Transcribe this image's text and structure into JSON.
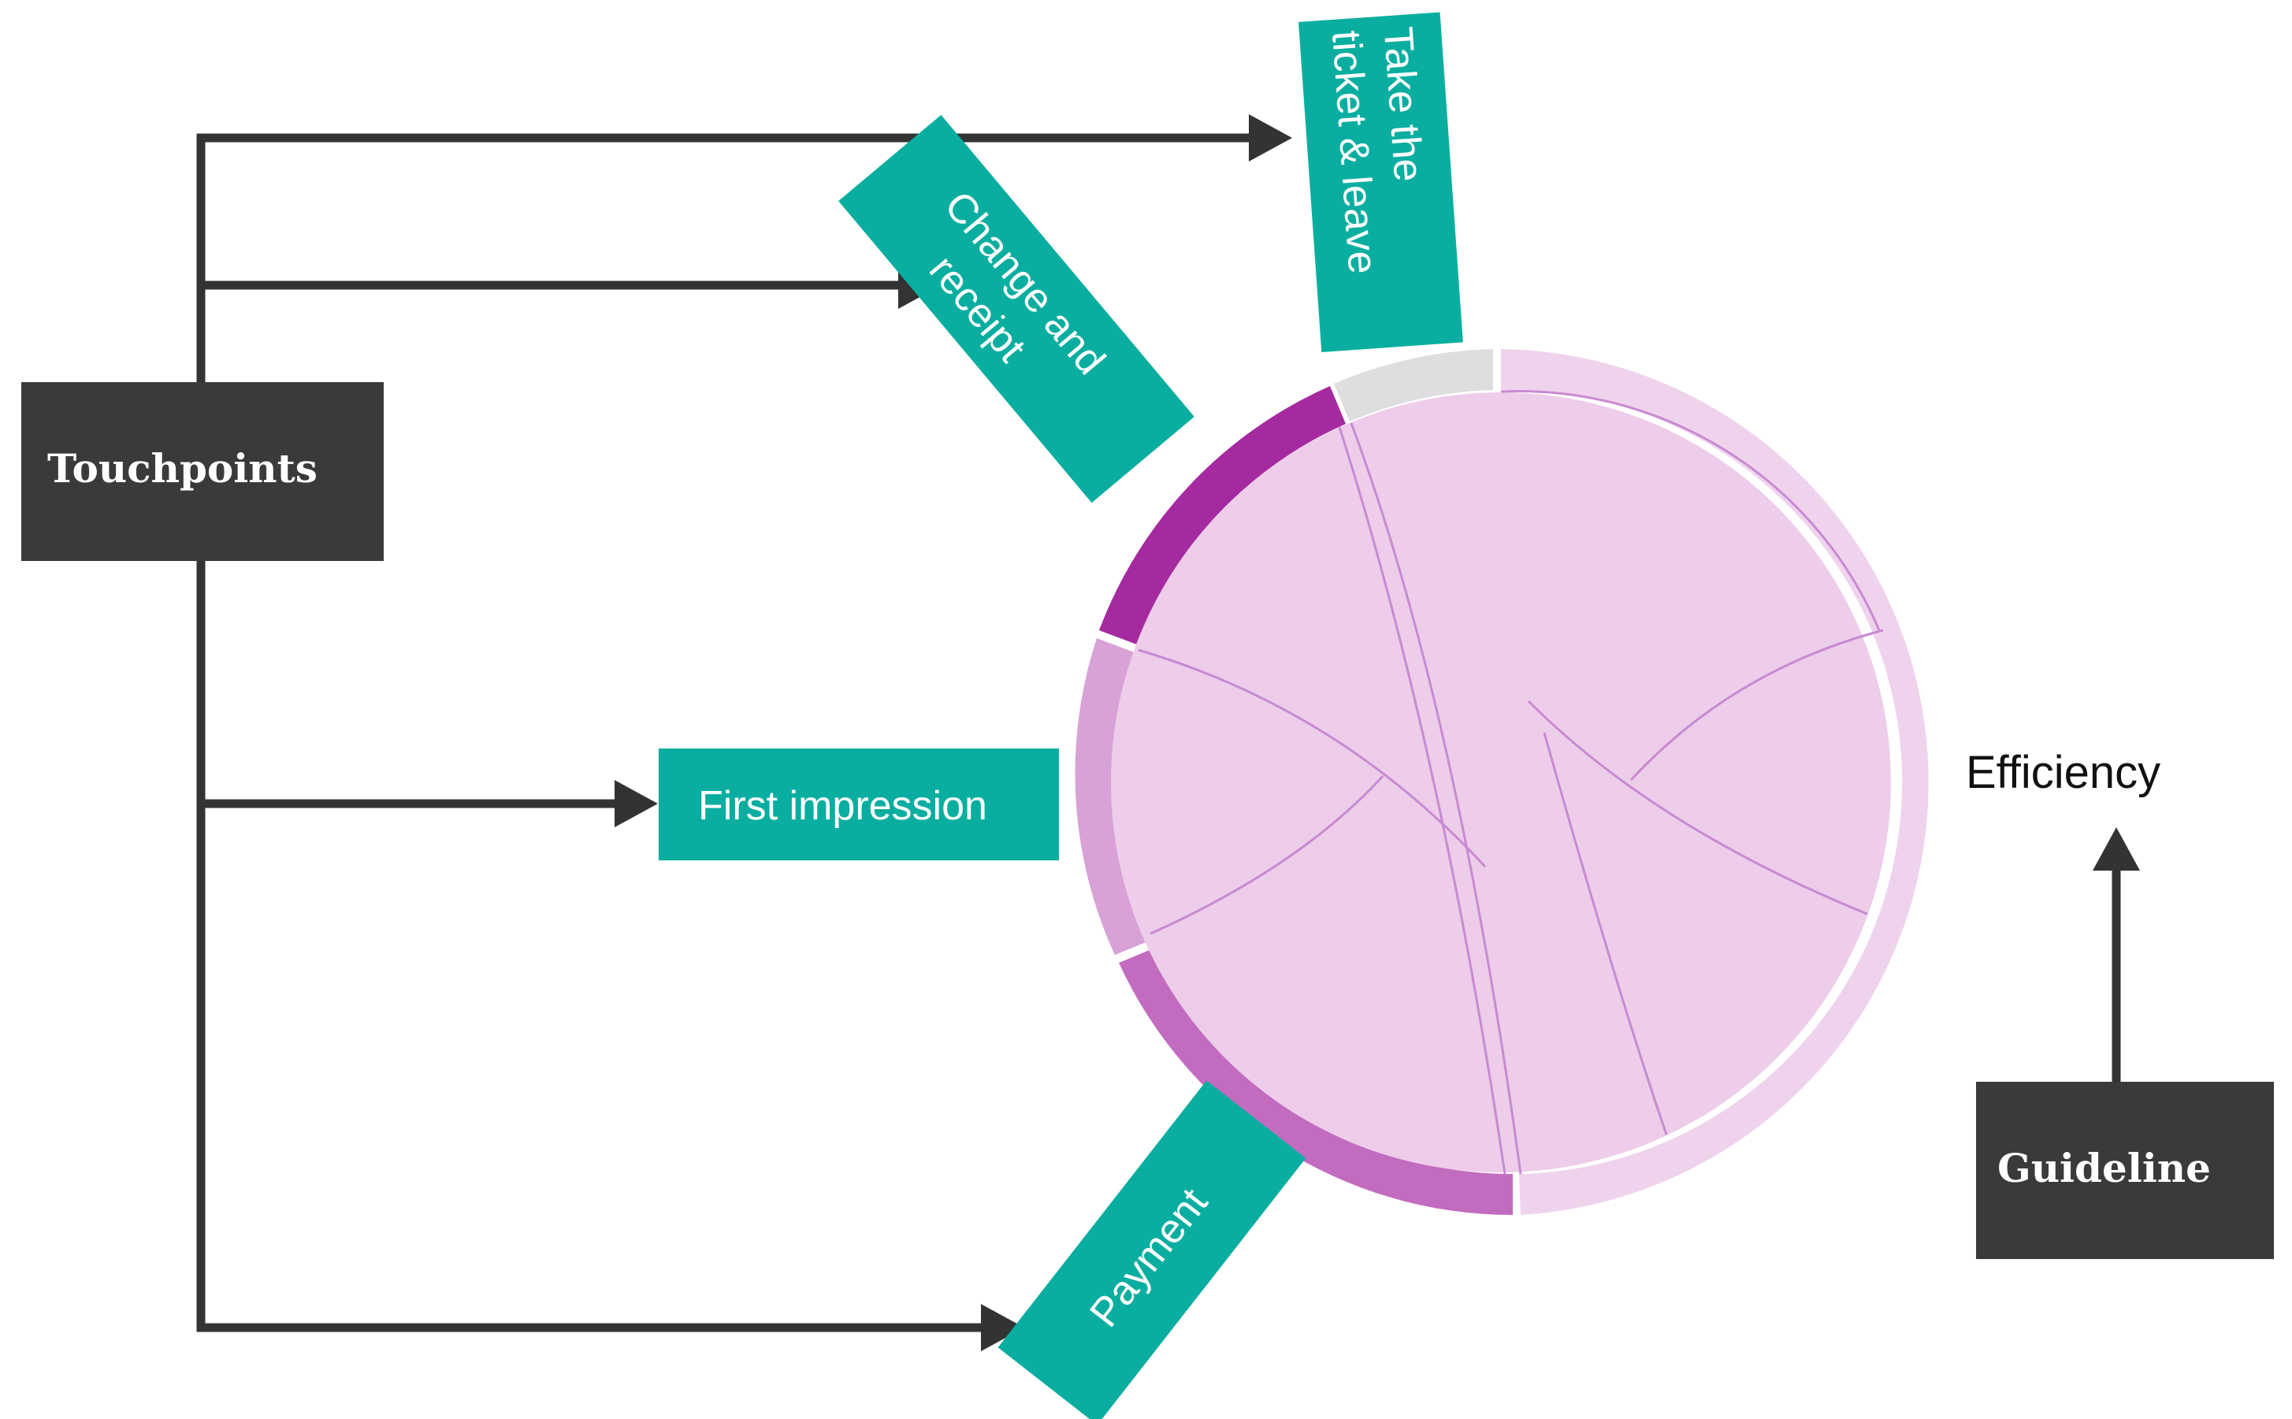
{
  "touchpoints_label": "Touchpoints",
  "guideline_label": "Guideline",
  "efficiency_label": "Efficiency",
  "stages": {
    "take_ticket_line1": "Take the",
    "take_ticket_line2": "ticket & leave",
    "change_receipt_line1": "Change and",
    "change_receipt_line2": "receipt",
    "first_impression": "First impression",
    "payment": "Payment"
  },
  "colors": {
    "dark_box": "#3a3a3a",
    "teal": "#0aaea0",
    "chord_fill": "#edcde9",
    "ring_outer": "#efd3ed",
    "ring_payment": "#c26cc0",
    "ring_change": "#a52aa0",
    "ring_first": "#d8a2d6",
    "ring_take": "#dedde0"
  }
}
